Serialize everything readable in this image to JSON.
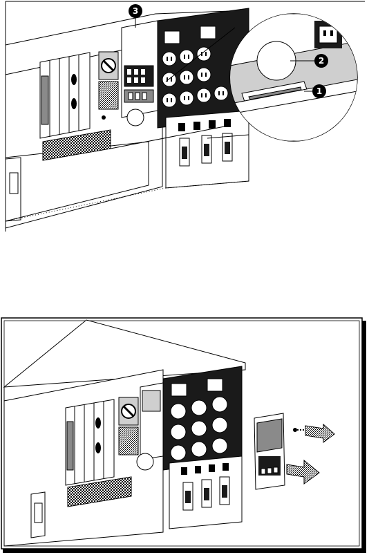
{
  "figures": [
    {
      "id": "top",
      "callouts": [
        {
          "label": "3"
        },
        {
          "label": "2"
        },
        {
          "label": "1"
        }
      ]
    },
    {
      "id": "bottom",
      "callouts": []
    }
  ],
  "colors": {
    "line": "#000000",
    "paper": "#ffffff",
    "grey_panel": "#cfcfcf",
    "dark_panel": "#1a1a1a",
    "mid_grey": "#8a8a8a",
    "frame_shadow": "#000000"
  }
}
